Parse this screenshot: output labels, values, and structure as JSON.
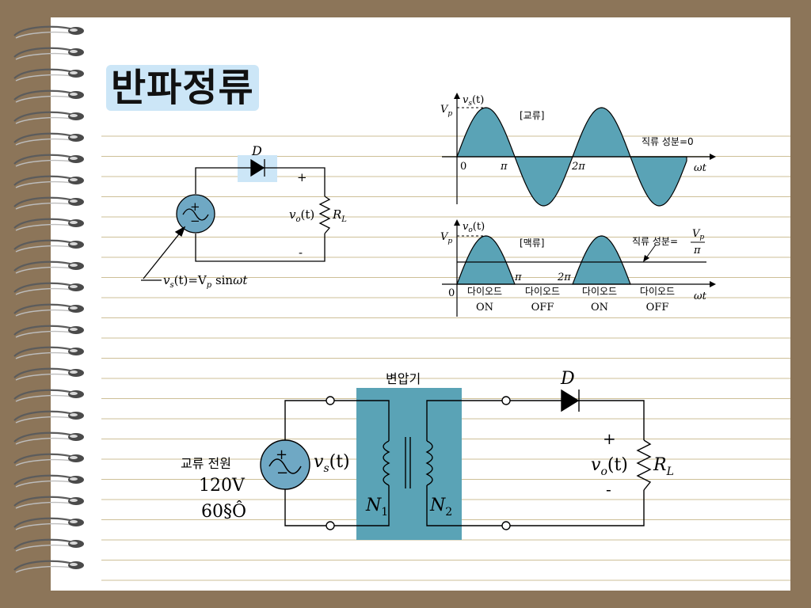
{
  "title": "반파정류",
  "colors": {
    "background": "#8c7559",
    "paper": "#ffffff",
    "ruled_line": "#cdbf97",
    "title_bg": "#cce6f7",
    "fill": "#5aa3b6",
    "transformer": "#5aa3b6",
    "source": "#6fa8c4",
    "diode_highlight": "#cce6f7"
  },
  "icons": [
    "spiral-binding-icon",
    "diode-icon",
    "resistor-icon",
    "ac-source-icon",
    "coil-icon",
    "terminal-icon"
  ],
  "circuit1": {
    "diode_label": "D",
    "plus": "+",
    "minus": "-",
    "source_plus": "+",
    "source_minus": "−",
    "vo_v": "v",
    "vo_sub": "o",
    "vo_t": "(t)",
    "rl_r": "R",
    "rl_sub": "L",
    "vs_v": "v",
    "vs_sub": "s",
    "vs_eq": "(t)=V",
    "vs_vsub": "p",
    "vs_sin": " sin",
    "vs_wt": "ωt"
  },
  "graph1": {
    "axis_v": "v",
    "axis_sub": "s",
    "axis_t": "(t)",
    "vp_v": "V",
    "vp_sub": "p",
    "label": "[교류]",
    "dc_text": "직류 성분=0",
    "zero": "0",
    "pi": "π",
    "two_pi": "2π",
    "wt": "ωt"
  },
  "graph2": {
    "axis_v": "v",
    "axis_sub": "o",
    "axis_t": "(t)",
    "vp_v": "V",
    "vp_sub": "p",
    "label": "[맥류]",
    "dc_text": "직류 성분=",
    "frac_num_v": "V",
    "frac_num_sub": "p",
    "frac_den": "π",
    "zero": "0",
    "pi": "π",
    "two_pi": "2π",
    "wt": "ωt",
    "states": [
      {
        "top": "다이오드",
        "bottom": "ON"
      },
      {
        "top": "다이오드",
        "bottom": "OFF"
      },
      {
        "top": "다이오드",
        "bottom": "ON"
      },
      {
        "top": "다이오드",
        "bottom": "OFF"
      }
    ]
  },
  "circuit2": {
    "transformer_label": "변압기",
    "diode_label": "D",
    "source_label": "교류 전원",
    "voltage": "120V",
    "frequency": "60§Ô",
    "source_plus": "+",
    "source_minus": "−",
    "vs_v": "v",
    "vs_sub": "s",
    "vs_t": "(t)",
    "n1_n": "N",
    "n1_sub": "1",
    "n2_n": "N",
    "n2_sub": "2",
    "plus": "+",
    "minus": "-",
    "vo_v": "v",
    "vo_sub": "o",
    "vo_t": "(t)",
    "rl_r": "R",
    "rl_sub": "L"
  }
}
